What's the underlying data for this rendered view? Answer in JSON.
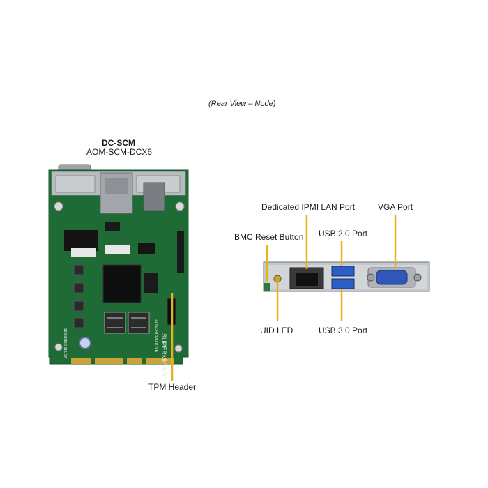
{
  "caption": "(Rear View – Node)",
  "board": {
    "title": "DC-SCM",
    "model": "AOM-SCM-DCX6",
    "silkscreen_model": "AOM-SCM-DCX6",
    "silkscreen_brand": "SUPERMICRO",
    "silkscreen_designed": "DESIGNED IN USA"
  },
  "labels": {
    "tpm_header": "TPM Header",
    "ipmi_lan": "Dedicated IPMI LAN Port",
    "vga": "VGA Port",
    "usb2": "USB 2.0 Port",
    "bmc_reset": "BMC Reset Button",
    "uid_led": "UID LED",
    "usb3": "USB 3.0 Port"
  },
  "colors": {
    "pcb": "#1f6b36",
    "callout": "#e3b21c",
    "usb_blue": "#2a5fc9",
    "vga_blue": "#2f56b8",
    "metal": "#b9bcbf"
  }
}
